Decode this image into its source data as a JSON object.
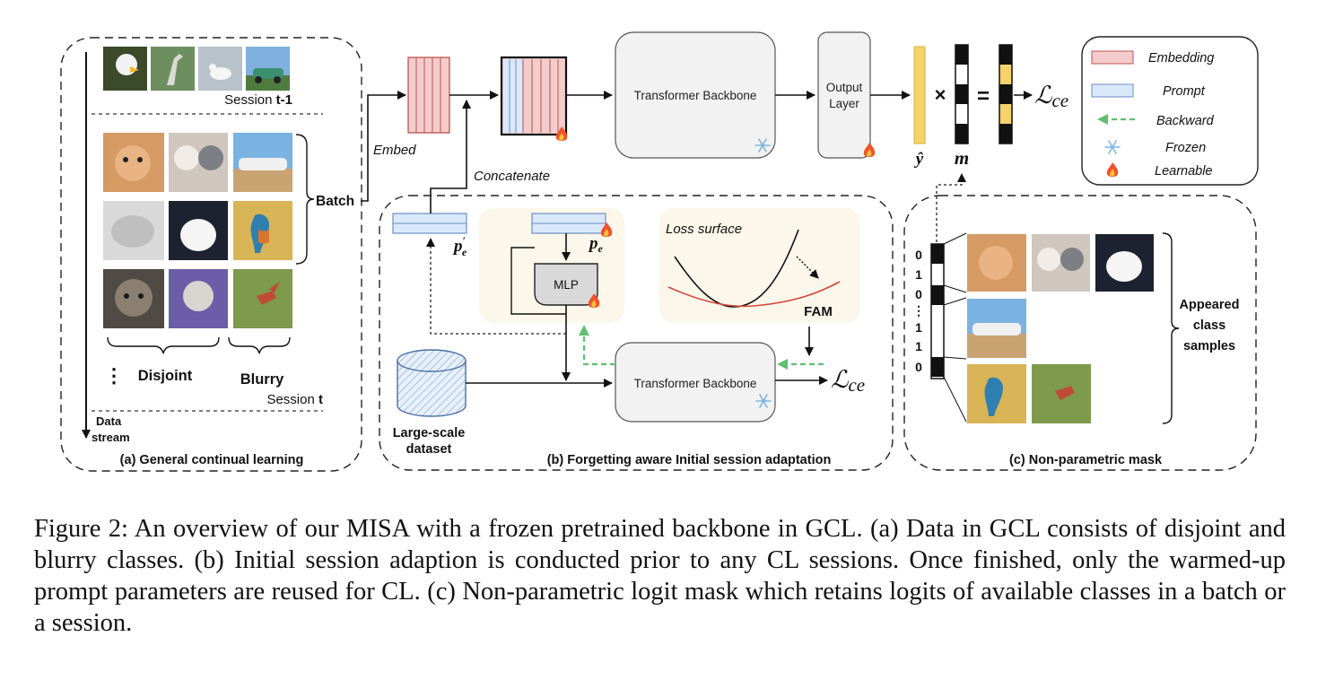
{
  "panel_a": {
    "session_prev": "Session ",
    "session_prev_bold": "t-1",
    "batch_label": "Batch",
    "disjoint_label": "Disjoint",
    "blurry_label": "Blurry",
    "vdots": "⋮",
    "session_cur": "Session ",
    "session_cur_bold": "t",
    "data_stream_1": "Data",
    "data_stream_2": "stream",
    "title": "(a) General continual learning"
  },
  "top": {
    "embed_label": "Embed",
    "concat_label": "Concatenate",
    "transformer_label": "Transformer Backbone",
    "output_layer_1": "Output",
    "output_layer_2": "Layer",
    "y_hat": "ŷ",
    "times": "×",
    "equals": "=",
    "m_label": "m",
    "loss_main": "ℒ",
    "loss_sub": "ce"
  },
  "legend": {
    "embedding": "Embedding",
    "prompt": "Prompt",
    "backward": "Backward",
    "frozen": "Frozen",
    "learnable": "Learnable"
  },
  "panel_b": {
    "pe_prime": "p",
    "pe": "p",
    "pe_sub": "e",
    "mlp": "MLP",
    "loss_surface": "Loss surface",
    "fam": "FAM",
    "dataset_1": "Large-scale",
    "dataset_2": "dataset",
    "transformer_label": "Transformer Backbone",
    "loss_main": "ℒ",
    "loss_sub": "ce",
    "title": "(b) Forgetting aware Initial session adaptation"
  },
  "panel_c": {
    "mask_bits": [
      "0",
      "1",
      "0",
      "⋮",
      "1",
      "1",
      "0"
    ],
    "appeared_1": "Appeared",
    "appeared_2": "class",
    "appeared_3": "samples",
    "title": "(c) Non-parametric mask"
  },
  "caption": "Figure 2: An overview of our MISA with a frozen pretrained backbone in GCL. (a) Data in GCL consists of disjoint and blurry classes. (b) Initial session adaption is conducted prior to any CL sessions. Once finished, only the warmed-up prompt parameters are reused for CL. (c) Non-parametric logit mask which retains logits of available classes in a batch or a session.",
  "colors": {
    "embedding": "#f4cccc",
    "embedding_stroke": "#b85450",
    "prompt": "#dae8fc",
    "prompt_stroke": "#6c8ebf",
    "backward": "#5fbf72",
    "panel_bg": "#fbf7ea",
    "block_bg": "#f2f2f2",
    "output_bar": "#f5d26a",
    "red_curve": "#d9463b"
  }
}
